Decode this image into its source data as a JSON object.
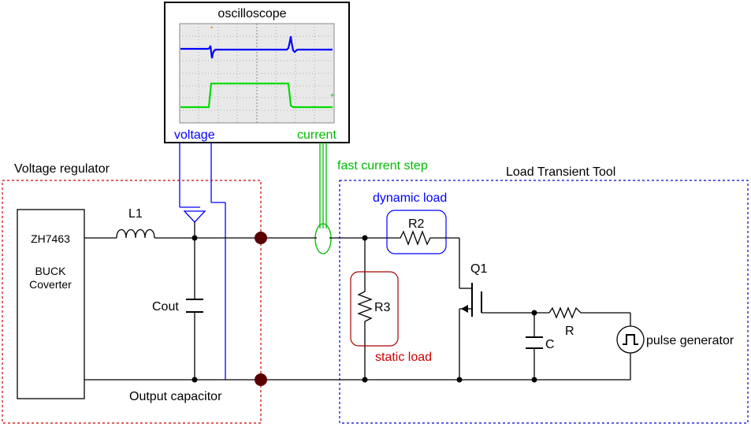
{
  "scope": {
    "title": "oscilloscope",
    "voltage_label": "voltage",
    "current_label": "current"
  },
  "regulator": {
    "title": "Voltage regulator",
    "chip": "ZH7463",
    "type_line1": "BUCK",
    "type_line2": "Coverter",
    "inductor": "L1",
    "capacitor": "Cout",
    "cap_caption": "Output capacitor"
  },
  "load_tool": {
    "title": "Load Transient Tool",
    "current_step": "fast current step",
    "dynamic_load": "dynamic load",
    "r2": "R2",
    "r3": "R3",
    "static_load": "static load",
    "q1": "Q1",
    "r": "R",
    "c": "C",
    "pulse_gen": "pulse generator"
  },
  "colors": {
    "voltage": "#0000ff",
    "current": "#00bb00",
    "static_box": "#aa0000",
    "static_text": "#cc0000",
    "regulator_border": "#cc0000",
    "tool_border": "#0000cc"
  }
}
